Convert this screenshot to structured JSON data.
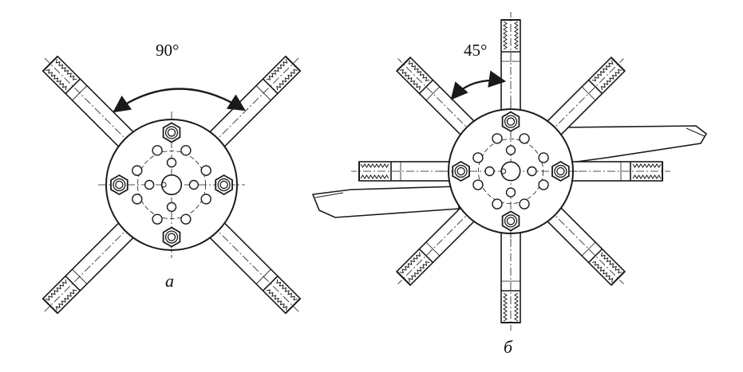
{
  "colors": {
    "ink": "#1a1a1a",
    "paper": "#ffffff"
  },
  "figure_a": {
    "angle_label": "90°",
    "caption": "а",
    "blade_count": 4,
    "blade_spacing_deg": 90
  },
  "figure_b": {
    "angle_label": "45°",
    "caption": "б",
    "blade_count": 8,
    "blade_spacing_deg": 45
  }
}
